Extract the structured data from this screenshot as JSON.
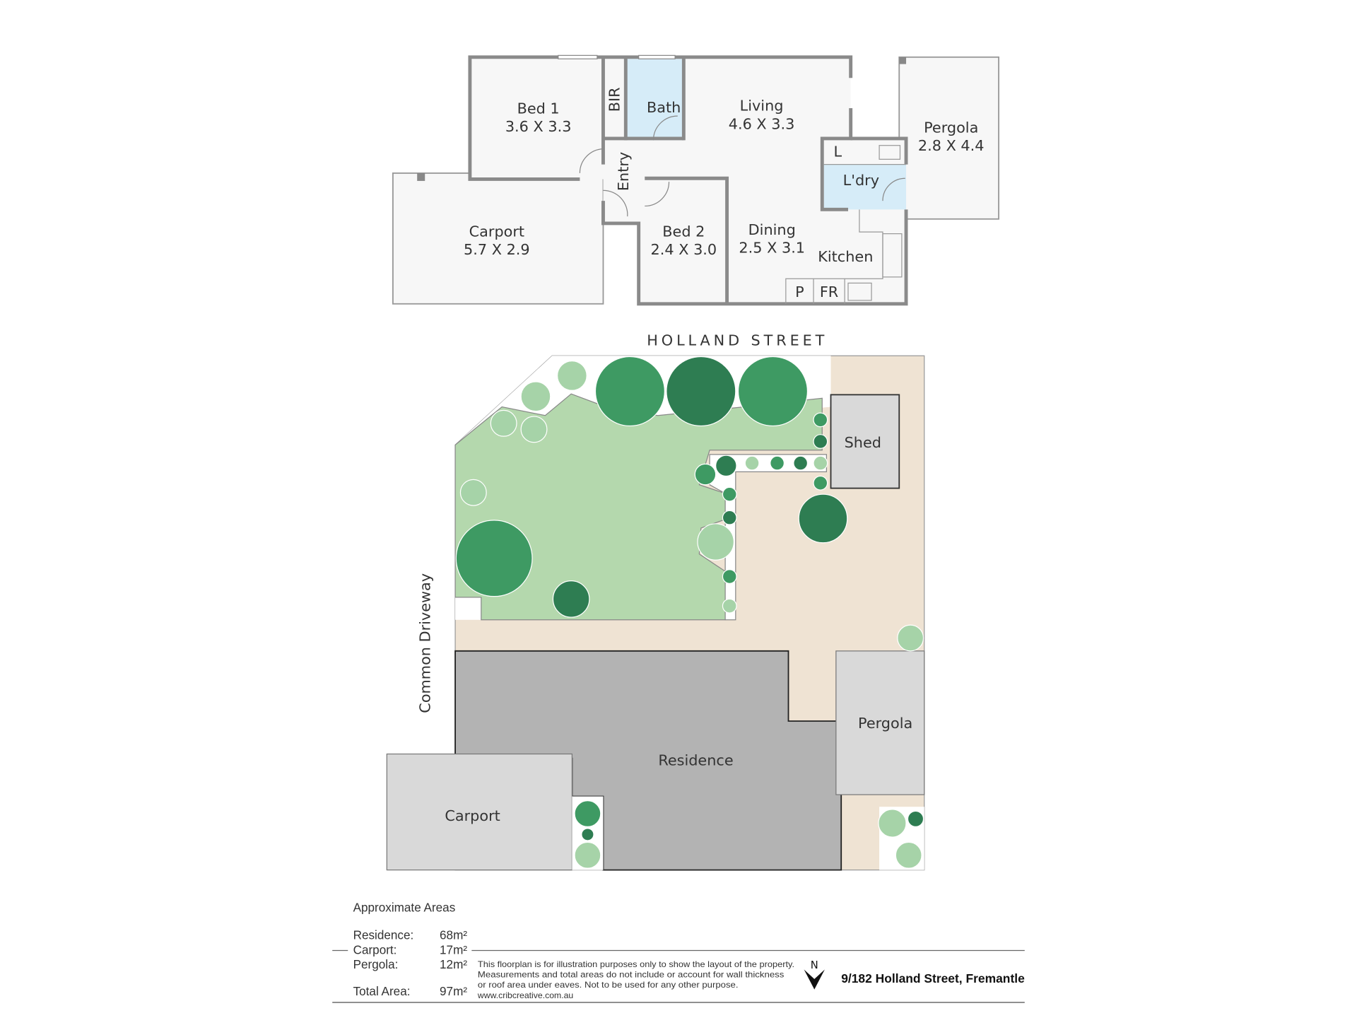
{
  "floorplan": {
    "rooms": [
      {
        "name": "Bed 1",
        "size": "3.6 X 3.3"
      },
      {
        "name": "Living",
        "size": "4.6 X 3.3"
      },
      {
        "name": "Pergola",
        "size": "2.8 X 4.4"
      },
      {
        "name": "Carport",
        "size": "5.7 X 2.9"
      },
      {
        "name": "Bed 2",
        "size": "2.4 X 3.0"
      },
      {
        "name": "Dining",
        "size": "2.5 X 3.1"
      }
    ],
    "labels": {
      "bir": "BIR",
      "bath": "Bath",
      "entry": "Entry",
      "laundry": "L'dry",
      "l": "L",
      "kitchen": "Kitchen",
      "pantry": "P",
      "fridge": "FR"
    }
  },
  "site": {
    "street": "HOLLAND STREET",
    "driveway": "Common Driveway",
    "shed": "Shed",
    "pergola": "Pergola",
    "residence": "Residence",
    "carport": "Carport"
  },
  "areas": {
    "title": "Approximate Areas",
    "rows": [
      {
        "label": "Residence:",
        "value": "68m²"
      },
      {
        "label": "Carport:",
        "value": "17m²"
      },
      {
        "label": "Pergola:",
        "value": "12m²"
      },
      {
        "label": "Total Area:",
        "value": "97m²"
      }
    ]
  },
  "disclaimer": [
    "This floorplan is for illustration purposes only to show the layout of the property.",
    "Measurements and total areas do not include or account for wall thickness",
    "or roof area under eaves. Not to be used for any other purpose.",
    "www.cribcreative.com.au"
  ],
  "north": "N",
  "address": "9/182 Holland Street, Fremantle"
}
